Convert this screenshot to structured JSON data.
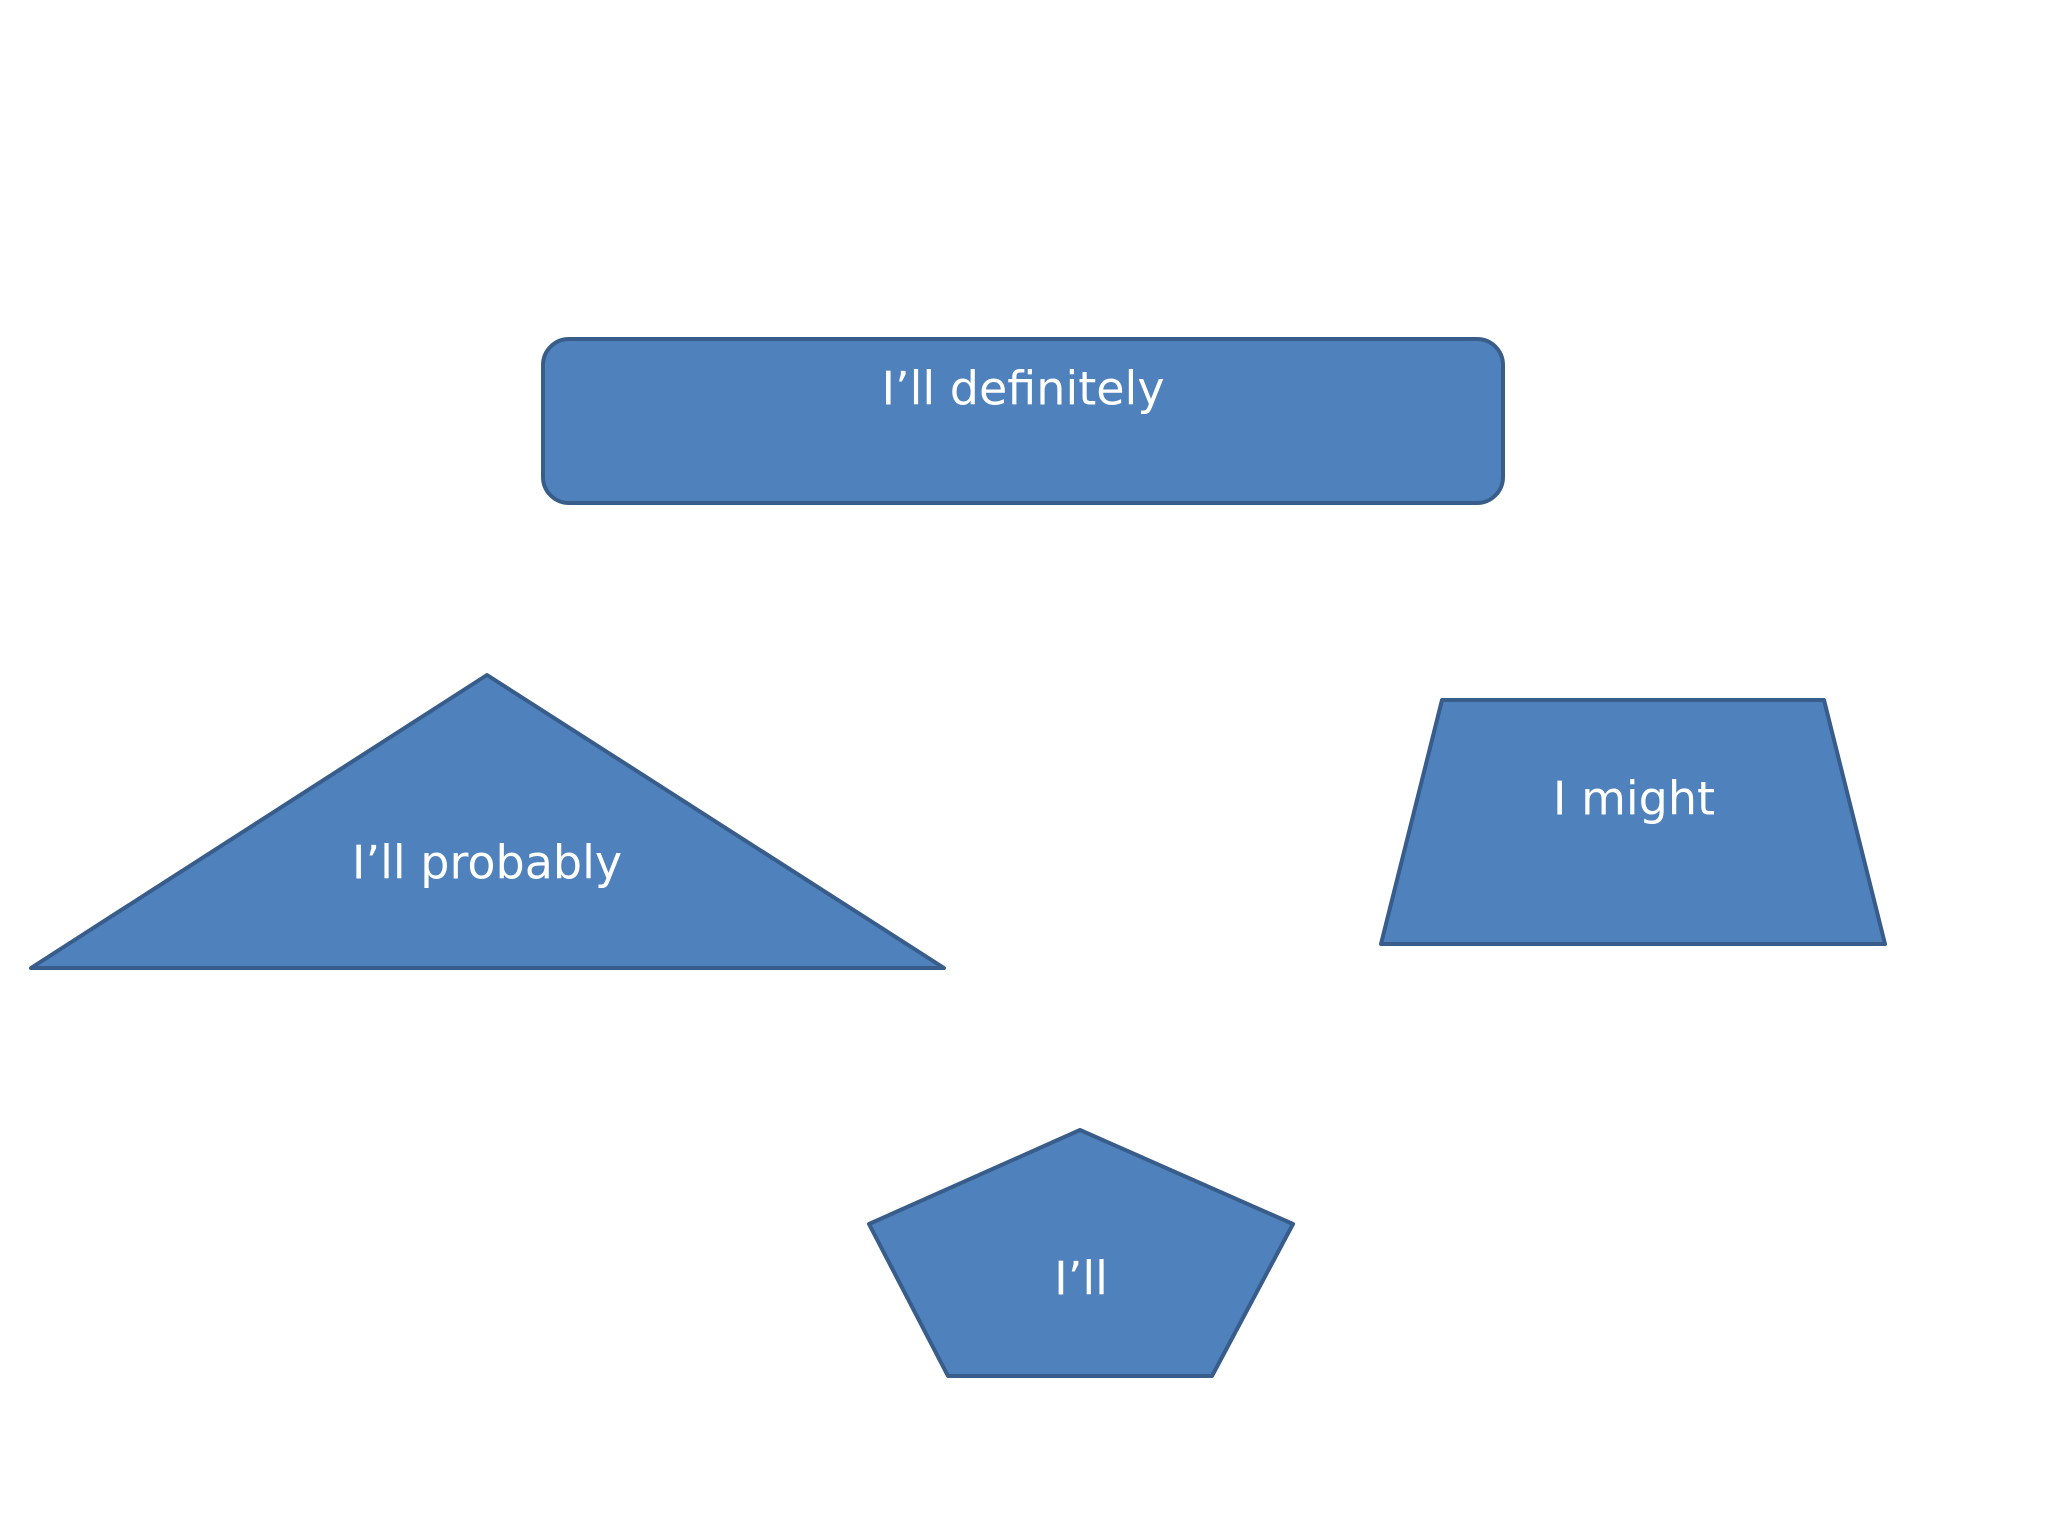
{
  "colors": {
    "shape_fill": "#4f81bd",
    "shape_stroke": "#385d8a",
    "text": "#ffffff",
    "background": "#ffffff"
  },
  "shapes": {
    "definitely": {
      "label": "I’ll definitely"
    },
    "probably": {
      "label": "I’ll probably"
    },
    "might": {
      "label": "I might"
    },
    "will": {
      "label": "I’ll"
    }
  }
}
